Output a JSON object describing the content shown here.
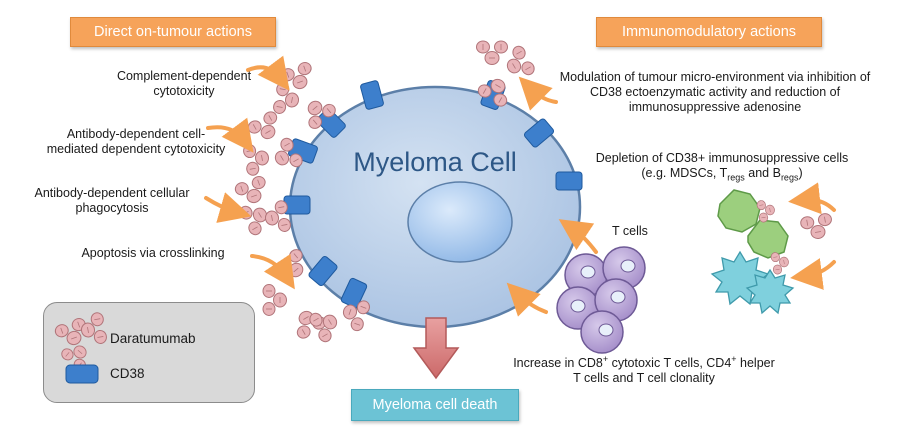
{
  "headers": {
    "direct": "Direct on-tumour actions",
    "immuno": "Immunomodulatory actions"
  },
  "cell": {
    "title": "Myeloma Cell"
  },
  "outcome": "Myeloma cell death",
  "left_actions": {
    "cdc": [
      "Complement-dependent",
      "cytotoxicity"
    ],
    "adcc": [
      "Antibody-dependent cell-",
      "mediated dependent cytotoxicity"
    ],
    "adcp": [
      "Antibody-dependent cellular",
      "phagocytosis"
    ],
    "apoptosis": "Apoptosis via crosslinking"
  },
  "right_actions": {
    "modulation": [
      "Modulation of tumour micro-environment via inhibition of",
      "CD38 ectoenzymatic activity and reduction of",
      "immunosuppressive adenosine"
    ],
    "depletion_line1": "Depletion of CD38+ immunosuppressive cells",
    "depletion_line2": {
      "prefix": "(e.g. MDSCs, T",
      "treg_sub": "regs",
      "mid": " and B",
      "breg_sub": "regs",
      "suffix": ")"
    },
    "tcells_label": "T cells",
    "increase_line1": {
      "a": "Increase in CD8",
      "sup1": "+",
      "b": " cytotoxic T cells, CD4",
      "sup2": "+",
      "c": " helper"
    },
    "increase_line2": "T cells and T cell clonality"
  },
  "legend": {
    "daratumumab": "Daratumumab",
    "cd38": "CD38"
  },
  "colors": {
    "header_orange": "#f6a35a",
    "outcome_teal": "#6cc3d5",
    "cell_fill": "#b7cde8",
    "cell_stroke": "#5c7fa8",
    "nucleus": "#9ec2ea",
    "cd38": "#3d7fcc",
    "antibody": "#e8b4b8",
    "arrow_orange": "#f5a150",
    "death_arrow": "#d97b7b",
    "tcell": "#b9a6d6",
    "mdsc_green": "#9ccf7e",
    "breg_teal": "#7fd0dd"
  }
}
